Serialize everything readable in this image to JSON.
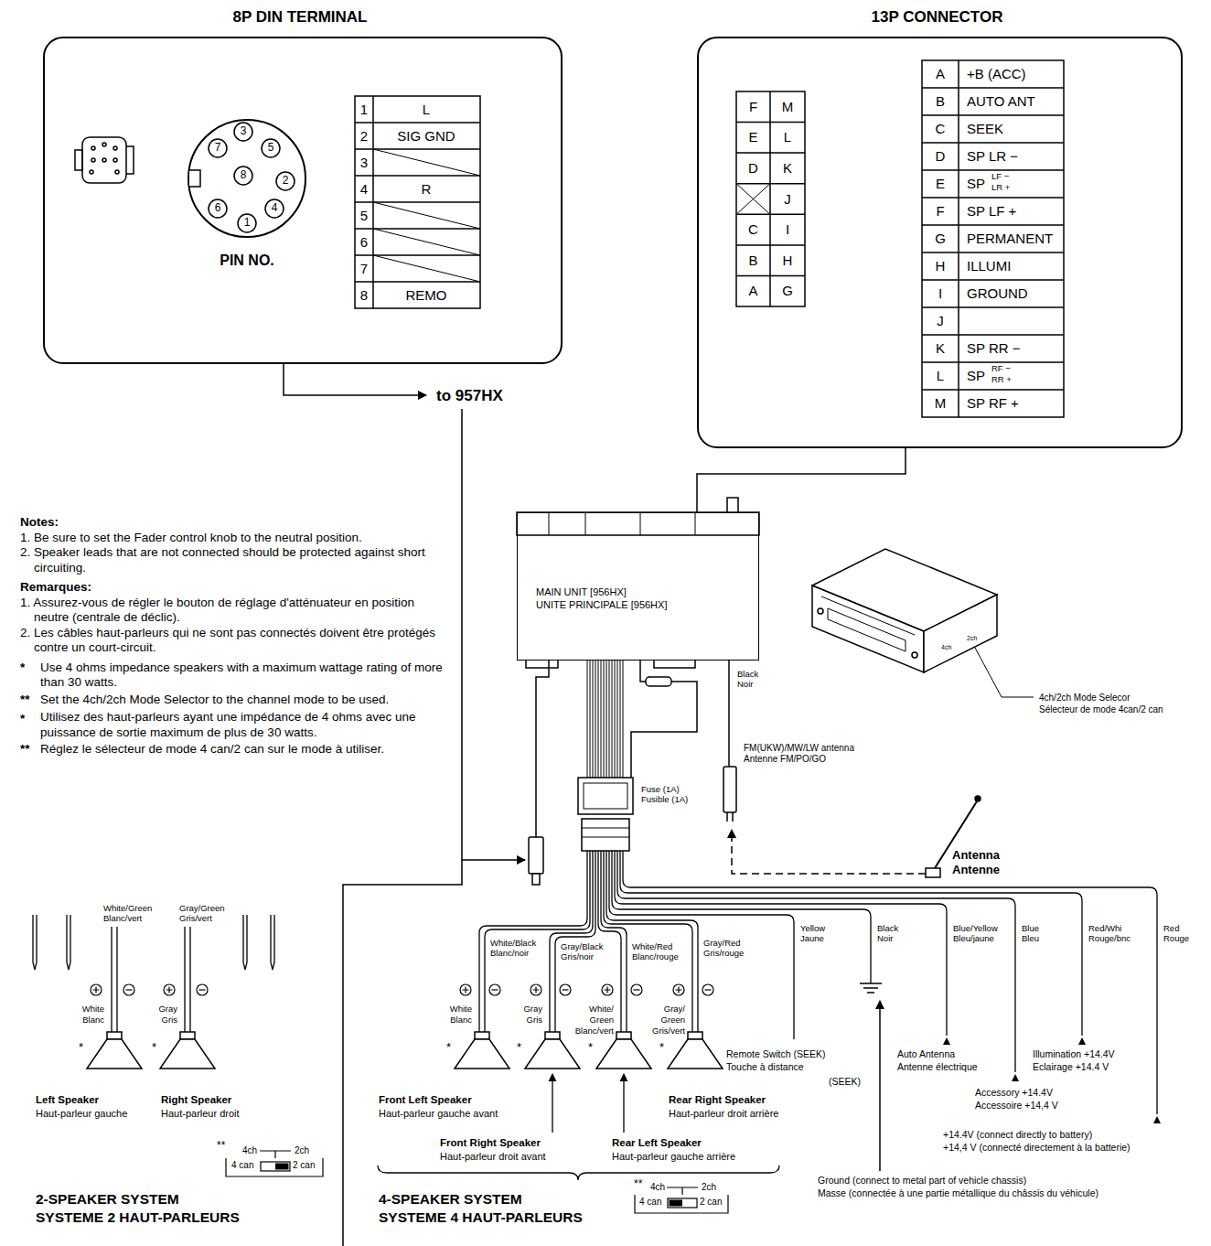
{
  "diagram": {
    "nodes": [
      {
        "text": [
          "8P DIN TERMINAL",
          "PIN NO."
        ]
      },
      {
        "text": [
          "13P CONNECTOR"
        ]
      },
      {
        "text": [
          "MAIN UNIT [956HX]",
          "UNITE PRINCIPALE [956HX]"
        ]
      }
    ],
    "edges": [
      {
        "from": 1,
        "to": 2,
        "arrow": "none"
      }
    ],
    "labels": [
      "1",
      "L",
      "2",
      "SIG GND",
      "3",
      "4",
      "R",
      "5",
      "6",
      "7",
      "8",
      "REMO",
      "7",
      "3",
      "5",
      "8",
      "2",
      "6",
      "1",
      "4",
      "to 957HX",
      "F",
      "M",
      "E",
      "L",
      "D",
      "K",
      "J",
      "C",
      "I",
      "B",
      "H",
      "A",
      "G",
      "A",
      "+B (ACC)",
      "B",
      "AUTO ANT",
      "C",
      "SEEK",
      "D",
      "SP LR −",
      "E",
      "SP",
      "LF −",
      "LR +",
      "F",
      "SP LF +",
      "G",
      "PERMANENT",
      "H",
      "ILLUMI",
      "I",
      "GROUND",
      "J",
      "K",
      "SP RR −",
      "L",
      "SP",
      "RF −",
      "RR +",
      "M",
      "SP RF +",
      "Notes:",
      "1. Be sure to set the Fader control knob to the neutral position.",
      "2. Speaker leads that are not connected should be protected against short circuiting.",
      "Remarques:",
      "1. Assurez-vous de régler le bouton de réglage d'atténuateur en position neutre (centrale de déclic).",
      "2. Les câbles haut-parleurs qui ne sont pas connectés doivent être protégés contre un court-circuit.",
      "*",
      "Use 4 ohms impedance speakers with a maximum wattage rating of more than 30 watts.",
      "**",
      "Set the 4ch/2ch Mode Selector to the channel mode to be used.",
      "*",
      "Utilisez des haut-parleurs ayant une impédance de 4 ohms avec une puissance de sortie maximum de plus de 30 watts.",
      "**",
      "Réglez le sélecteur de mode 4 can/2 can sur le mode à utiliser.",
      "Black",
      "Noir",
      "Fuse (1A)",
      "Fusible (1A)",
      "FM(UKW)/MW/LW antenna",
      "Antenne FM/PO/GO",
      "Antenna",
      "Antenne",
      "4ch",
      "2ch",
      "4ch/2ch Mode Selecor",
      "Sélecteur de mode 4can/2 can",
      "White/Green",
      "Blanc/vert",
      "Gray/Green",
      "Gris/vert",
      "White",
      "Blanc",
      "Gray",
      "Gris",
      "*",
      "*",
      "Left Speaker",
      "Haut-parleur gauche",
      "Right Speaker",
      "Haut-parleur droit",
      "**",
      "4ch",
      "2ch",
      "4 can",
      "2 can",
      "2-SPEAKER SYSTEM",
      "SYSTEME 2 HAUT-PARLEURS",
      "White/Black",
      "Blanc/noir",
      "Gray/Black",
      "Gris/noir",
      "White/Red",
      "Blanc/rouge",
      "Gray/Red",
      "Gris/rouge",
      "White",
      "Blanc",
      "Gray",
      "Gris",
      "White/",
      "Green",
      "Blanc/vert",
      "Gray/",
      "Green",
      "Gris/vert",
      "*",
      "*",
      "*",
      "*",
      "Front Left Speaker",
      "Haut-parleur gauche avant",
      "Rear Right Speaker",
      "Haut-parleur droit arrière",
      "Front Right Speaker",
      "Haut-parleur droit avant",
      "Rear Left Speaker",
      "Haut-parleur gauche arrière",
      "Yellow",
      "Jaune",
      "Black",
      "Noir",
      "Blue/Yellow",
      "Bleu/jaune",
      "Blue",
      "Bleu",
      "Red/Whi",
      "Rouge/bnc",
      "Red",
      "Rouge",
      "Remote Switch (SEEK)",
      "Touche à distance",
      "(SEEK)",
      "Auto Antenna",
      "Antenne électrique",
      "Accessory +14.4V",
      "Accessoire +14,4 V",
      "Illumination +14.4V",
      "Eclairage +14.4 V",
      "+14.4V (connect directly to battery)",
      "+14,4 V (connecté directement à la batterie)",
      "Ground (connect to metal part of vehicle chassis)",
      "Masse (connectée à une partie métallique du châssis du véhicule)",
      "**",
      "4ch",
      "2ch",
      "4 can",
      "2 can",
      "4-SPEAKER SYSTEM",
      "SYSTEME 4 HAUT-PARLEURS"
    ]
  }
}
